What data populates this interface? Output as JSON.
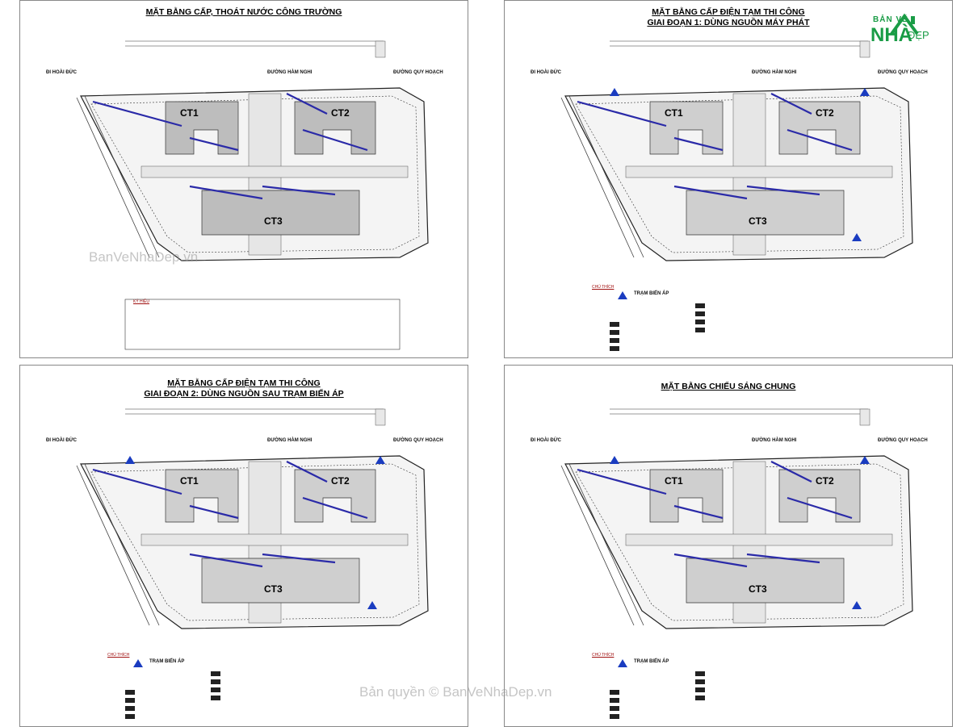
{
  "panels": [
    {
      "id": "p1",
      "title1": "MẶT BẰNG CẤP, THOÁT NƯỚC CÔNG TRƯỜNG",
      "title2": ""
    },
    {
      "id": "p2",
      "title1": "MẶT BẰNG CẤP ĐIỆN TẠM THI CÔNG",
      "title2": "GIAI ĐOẠN 1: DÙNG NGUỒN MÁY PHÁT"
    },
    {
      "id": "p3",
      "title1": "MẶT BẰNG CẤP ĐIỆN TẠM THI CÔNG",
      "title2": "GIAI ĐOẠN 2: DÙNG NGUỒN SAU TRẠM BIẾN ÁP"
    },
    {
      "id": "p4",
      "title1": "MẶT BẰNG CHIẾU SÁNG CHUNG",
      "title2": ""
    }
  ],
  "labels": {
    "left_road": "ĐI HOÀI ĐỨC",
    "top_road": "ĐƯỜNG HÀM NGHI",
    "right_road": "ĐƯỜNG QUY HOẠCH",
    "ct1": "CT1",
    "ct2": "CT2",
    "ct3": "CT3",
    "legend": "CHÚ THÍCH",
    "legend_p1": "KÝ HIỆU",
    "tram": "TRẠM BIẾN ÁP"
  },
  "logo": {
    "line1": "BẢN VẼ",
    "line2": "NHÀ",
    "line3": "ĐẸP"
  },
  "watermark": "Bản quyền © BanVeNhaDep.vn",
  "watermark2": "BanVeNhaDep.vn"
}
